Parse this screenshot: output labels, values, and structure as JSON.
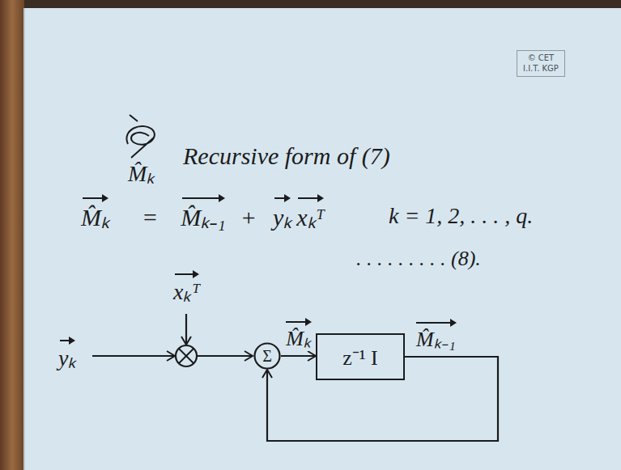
{
  "diagram": {
    "nodes": [
      {
        "text": [
          "© CET",
          "I.I.T. KGP"
        ]
      },
      {
        "text": [
          "Σ"
        ]
      },
      {
        "text": [
          "z⁻¹ I"
        ]
      }
    ],
    "edges": [
      {
        "from": 1,
        "to": 2,
        "arrow": "to",
        "label": "M̂ₖ"
      },
      {
        "from": 2,
        "to": 1,
        "arrow": "to",
        "label": "M̂ₖ₋₁"
      }
    ],
    "labels": [
      "M̂ₖ",
      "Recursive form of (7)",
      "M̂ₖ",
      "=",
      "M̂ₖ₋₁",
      "+",
      "yₖ",
      "xₖᵀ",
      "k = 1, 2, . . . , q.",
      ". . . . . . . . . (8).",
      "xₖᵀ",
      "yₖ"
    ]
  }
}
